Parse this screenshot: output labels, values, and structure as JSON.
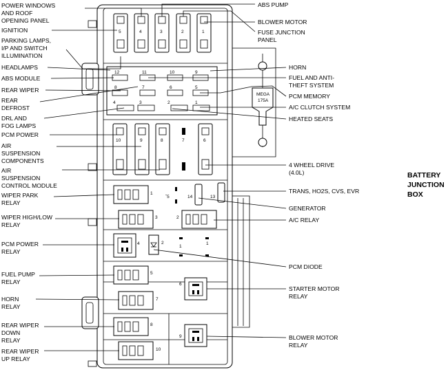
{
  "title": {
    "line1": "BATTERY",
    "line2": "JUNCTION",
    "line3": "BOX"
  },
  "left_labels": {
    "power_windows": [
      "POWER WINDOWS",
      "AND ROOF",
      "OPENING PANEL"
    ],
    "ignition": [
      "IGNITION"
    ],
    "parking_lamps": [
      "PARKING LAMPS,",
      "I/P AND SWITCH",
      "ILLUMINATION"
    ],
    "headlamps": [
      "HEADLAMPS"
    ],
    "abs_module": [
      "ABS MODULE"
    ],
    "rear_wiper": [
      "REAR WIPER"
    ],
    "rear_defrost": [
      "REAR",
      "DEFROST"
    ],
    "drl": [
      "DRL AND",
      "FOG LAMPS"
    ],
    "pcm_power": [
      "PCM POWER"
    ],
    "air_susp_comp": [
      "AIR",
      "SUSPENSION",
      "COMPONENTS"
    ],
    "air_susp_module": [
      "AIR",
      "SUSPENSION",
      "CONTROL MODULE"
    ],
    "wiper_park_relay": [
      "WIPER PARK",
      "RELAY"
    ],
    "wiper_hilo_relay": [
      "WIPER HIGH/LOW",
      "RELAY"
    ],
    "pcm_power_relay": [
      "PCM POWER",
      "RELAY"
    ],
    "fuel_pump_relay": [
      "FUEL PUMP",
      "RELAY"
    ],
    "horn_relay": [
      "HORN",
      "RELAY"
    ],
    "rear_wiper_down_relay": [
      "REAR WIPER",
      "DOWN",
      "RELAY"
    ],
    "rear_wiper_up_relay": [
      "REAR WIPER",
      "UP  RELAY"
    ]
  },
  "right_labels": {
    "abs_pump": [
      "ABS PUMP"
    ],
    "blower_motor": [
      "BLOWER MOTOR"
    ],
    "fuse_junction_panel": [
      "FUSE JUNCTION",
      "PANEL"
    ],
    "horn": [
      "HORN"
    ],
    "fuel_anti_theft": [
      "FUEL AND ANTI-",
      "THEFT SYSTEM"
    ],
    "pcm_memory": [
      "PCM MEMORY"
    ],
    "ac_clutch": [
      "A/C CLUTCH SYSTEM"
    ],
    "heated_seats": [
      "HEATED SEATS"
    ],
    "four_wheel_drive": [
      "4 WHEEL DRIVE",
      "(4.0L)"
    ],
    "trans": [
      "TRANS, HO2S, CVS, EVR"
    ],
    "generator": [
      "GENERATOR"
    ],
    "ac_relay": [
      "A/C  RELAY"
    ],
    "pcm_diode": [
      "PCM DIODE"
    ],
    "starter_motor_relay": [
      "STARTER MOTOR",
      "RELAY"
    ],
    "blower_motor_relay": [
      "BLOWER MOTOR",
      "RELAY"
    ]
  },
  "box_numbers": {
    "top_fuses": [
      "5",
      "4",
      "3",
      "2",
      "1"
    ],
    "mini_row1": [
      "12",
      "11",
      "10",
      "9"
    ],
    "mini_row2": [
      "8",
      "7",
      "6",
      "5"
    ],
    "mini_row3": [
      "4",
      "3",
      "2",
      "1"
    ],
    "mega": [
      "MEGA",
      "175A"
    ],
    "maxi_fuses": [
      "10",
      "9",
      "8",
      "7",
      "6"
    ],
    "relay_nums": {
      "r1": "1",
      "r5small": "ˇ5",
      "r14": "14",
      "r13": "13",
      "r3": "3",
      "r2": "2",
      "r4": "4",
      "r2b": "2",
      "r1b": "1",
      "r1c": "1",
      "r5": "5",
      "r6": "6",
      "r7": "7",
      "r8": "8",
      "r9": "9",
      "r10": "10"
    }
  }
}
